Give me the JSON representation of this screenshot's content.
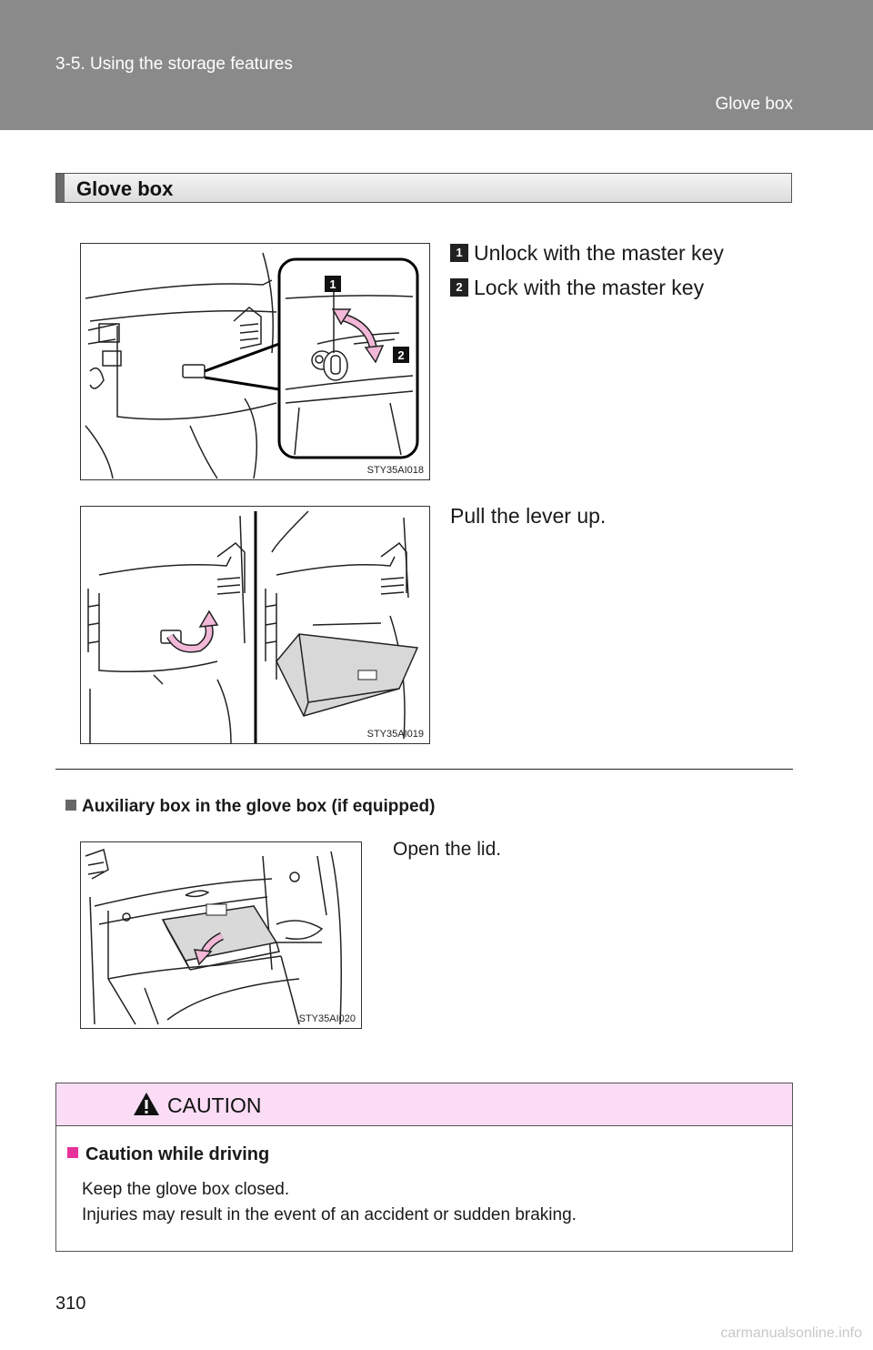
{
  "header": {
    "section": "3-5. Using the storage features",
    "subsection": "Glove box"
  },
  "section_title": "Glove box",
  "figure1": {
    "code": "STY35AI018",
    "callout_1": "1",
    "callout_2": "2"
  },
  "steps": [
    {
      "number": "1",
      "text": "Unlock with the master key"
    },
    {
      "number": "2",
      "text": "Lock with the master key"
    }
  ],
  "figure2": {
    "code": "STY35AI019",
    "text": "Pull the lever up."
  },
  "auxiliary": {
    "heading": "Auxiliary box in the glove box (if equipped)",
    "code": "STY35AI020",
    "text": "Open the lid."
  },
  "caution": {
    "title": "CAUTION",
    "subheading": "Caution while driving",
    "line1": "Keep the glove box closed.",
    "line2": "Injuries may result in the event of an accident or sudden braking."
  },
  "page_number": "310",
  "watermark": "carmanualsonline.info",
  "colors": {
    "header_bg": "#8a8a8a",
    "caution_bg": "#fadcf5",
    "accent_square": "#e8309a",
    "arrow_pink": "#f2b8d8"
  }
}
